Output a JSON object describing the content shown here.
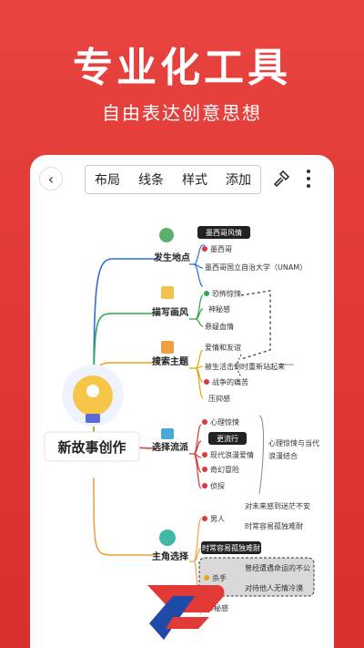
{
  "hero": {
    "title": "专业化工具",
    "subtitle": "自由表达创意思想"
  },
  "toolbar": {
    "back_icon": "chevron-left-icon",
    "tabs": [
      "布局",
      "线条",
      "样式",
      "添加"
    ],
    "brush_icon": "hammer-icon",
    "more_icon": "more-vertical-icon"
  },
  "mindmap": {
    "root": "新故事创作",
    "branches": [
      {
        "label": "发生地点",
        "color": "#2f6fdb",
        "icon": "globe-icon",
        "items": [
          "墨西哥风情",
          "墨西哥",
          "墨西哥国立自治大学（UNAM）"
        ]
      },
      {
        "label": "描写画风",
        "color": "#2fa84f",
        "icon": "notepad-icon",
        "items": [
          "恐怖惊悚",
          "神秘感",
          "悬疑血情"
        ]
      },
      {
        "label": "搜索主题",
        "color": "#e8a317",
        "icon": "scroll-icon",
        "items": [
          "爱情和友谊",
          "被生活击倒时重新站起来",
          "战争的痛苦",
          "压抑感"
        ]
      },
      {
        "label": "选择流派",
        "color": "#d93a3a",
        "icon": "movie-icon",
        "items": [
          "心理惊悚",
          "更流行",
          "现代浪漫爱情",
          "奇幻冒险",
          "侦探"
        ],
        "summary": "心理惊悚与当代浪漫结合"
      },
      {
        "label": "主角选择",
        "color": "#f0a040",
        "icon": "character-icon",
        "items": [
          "男人",
          "对未来感到迷茫不安",
          "时常容易孤独难耐",
          "时常容易孤独难耐",
          "杀手",
          "曾经遭遇命运的不公",
          "对待他人无情冷漠",
          "神秘感"
        ]
      }
    ]
  },
  "colors": {
    "brand": "#e23a36"
  }
}
